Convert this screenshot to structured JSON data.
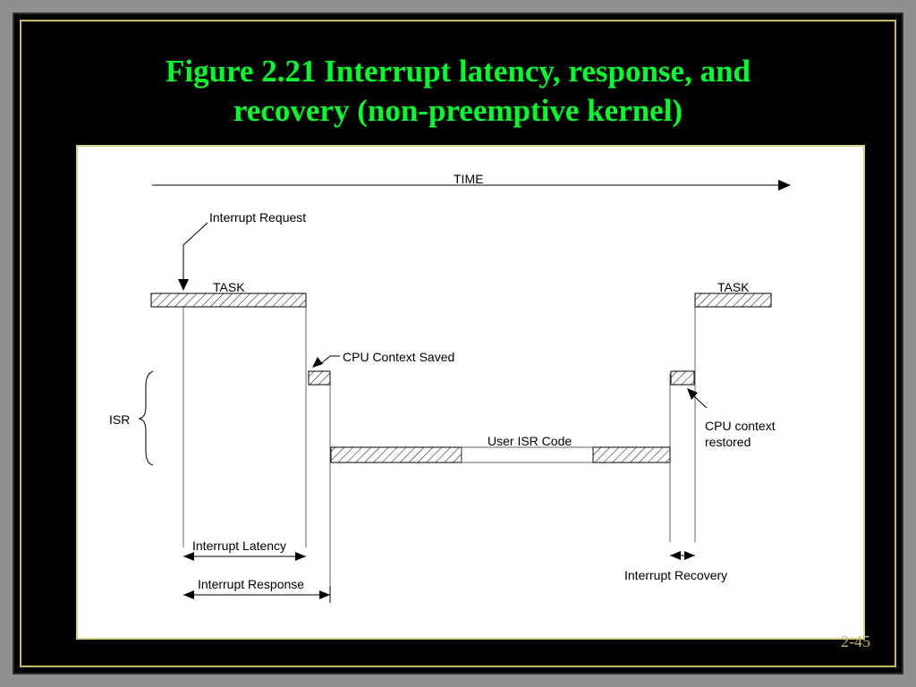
{
  "slide": {
    "title_line1": "Figure 2.21 Interrupt latency, response, and",
    "title_line2": "recovery (non-preemptive kernel)",
    "page_number": "2-45",
    "colors": {
      "background": "#000000",
      "title": "#00ff2a",
      "frame": "#c7b96a",
      "panel": "#ffffff"
    }
  },
  "diagram": {
    "time_label": "TIME",
    "interrupt_request_label": "Interrupt Request",
    "task_label_left": "TASK",
    "task_label_right": "TASK",
    "cpu_context_saved_label": "CPU Context Saved",
    "isr_label": "ISR",
    "user_isr_code_label": "User ISR Code",
    "cpu_context_restored_line1": "CPU context",
    "cpu_context_restored_line2": "restored",
    "interrupt_latency_label": "Interrupt Latency",
    "interrupt_response_label": "Interrupt Response",
    "interrupt_recovery_label": "Interrupt Recovery"
  }
}
